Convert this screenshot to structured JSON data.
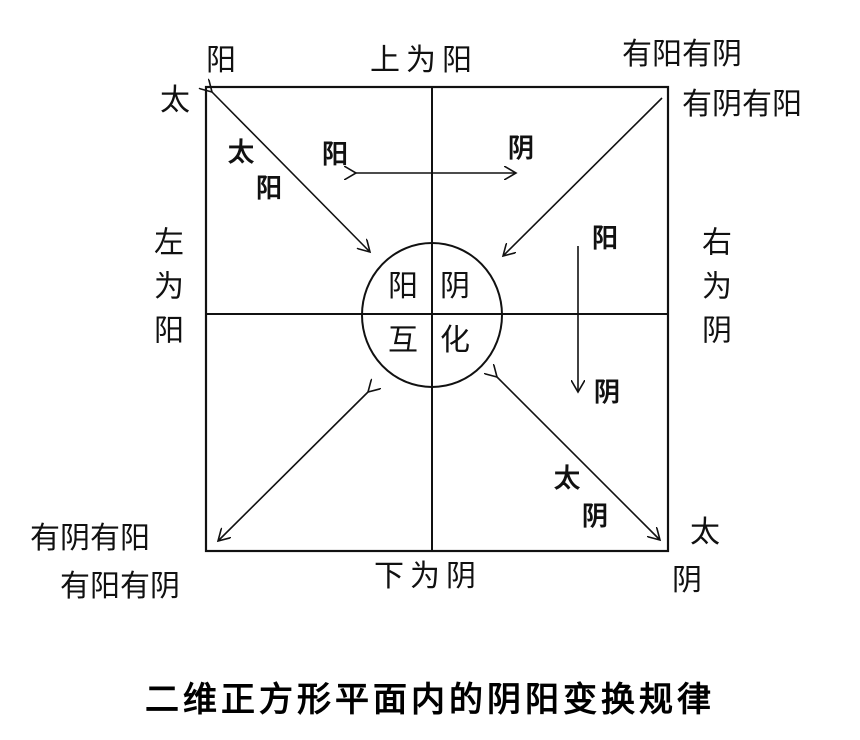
{
  "title": "二维正方形平面内的阴阳变换规律",
  "corners": {
    "top_left": {
      "upper": "阳",
      "lower": "太"
    },
    "top_right": {
      "upper": "有阳有阴",
      "lower": "有阴有阳"
    },
    "bottom_left": {
      "upper": "有阴有阳",
      "lower": "有阳有阴"
    },
    "bottom_right": {
      "upper": "太",
      "lower": "阴"
    }
  },
  "sides": {
    "top": "上为阳",
    "bottom": "下为阴",
    "left": "左为阳",
    "right": "右为阴"
  },
  "center": {
    "top_left": "阳",
    "top_right": "阴",
    "bottom_left": "互",
    "bottom_right": "化"
  },
  "inner_labels": {
    "diag_top_left_1": "太",
    "diag_top_left_2": "阳",
    "horizontal_left": "阳",
    "horizontal_right": "阴",
    "vertical_top": "阳",
    "vertical_bottom": "阴",
    "diag_bottom_right_1": "太",
    "diag_bottom_right_2": "阴"
  },
  "colors": {
    "line": "#111111",
    "background": "#ffffff"
  }
}
